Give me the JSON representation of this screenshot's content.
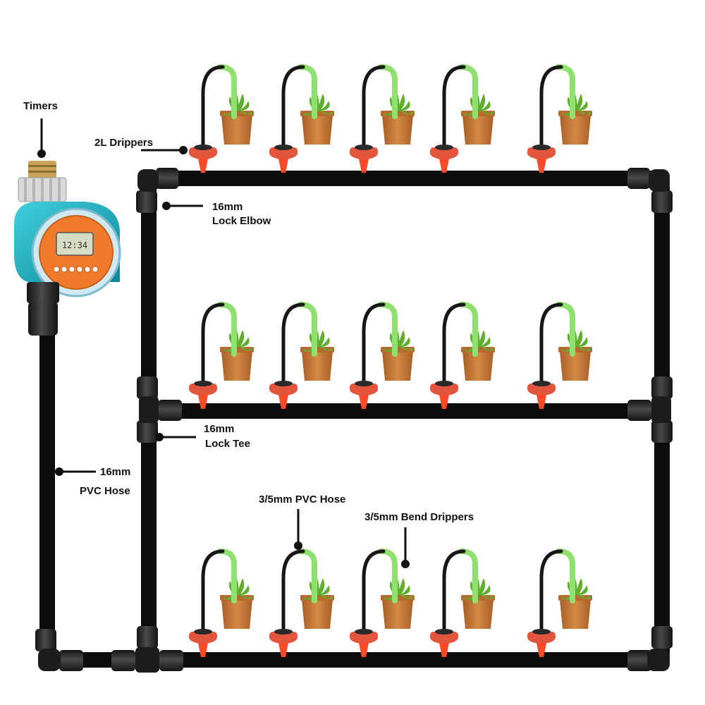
{
  "labels": {
    "timers": "Timers",
    "drippers_2l": "2L Drippers",
    "elbow_size": "16mm",
    "elbow_name": "Lock Elbow",
    "tee_size": "16mm",
    "tee_name": "Lock Tee",
    "hose_size": "16mm",
    "hose_name": "PVC Hose",
    "thin_hose": "3/5mm PVC Hose",
    "bend_drippers": "3/5mm Bend Drippers"
  },
  "timer_display": "12:34",
  "colors": {
    "hose": "#0d0d0d",
    "fitting": "#2b2b2b",
    "dripper": "#e4553d",
    "dripper_stake": "#ff4a2a",
    "pot": "#c9793a",
    "pot_rim": "#b86a2e",
    "leaf": "#5fae2e",
    "thin_tube_green": "#8fe06e",
    "timer_body": "#1aa7b8",
    "timer_face": "#ef7a2c",
    "timer_lcd": "#d6dcc4",
    "label_text": "#111111"
  },
  "layout_rows": 3,
  "drippers_per_row": 5
}
